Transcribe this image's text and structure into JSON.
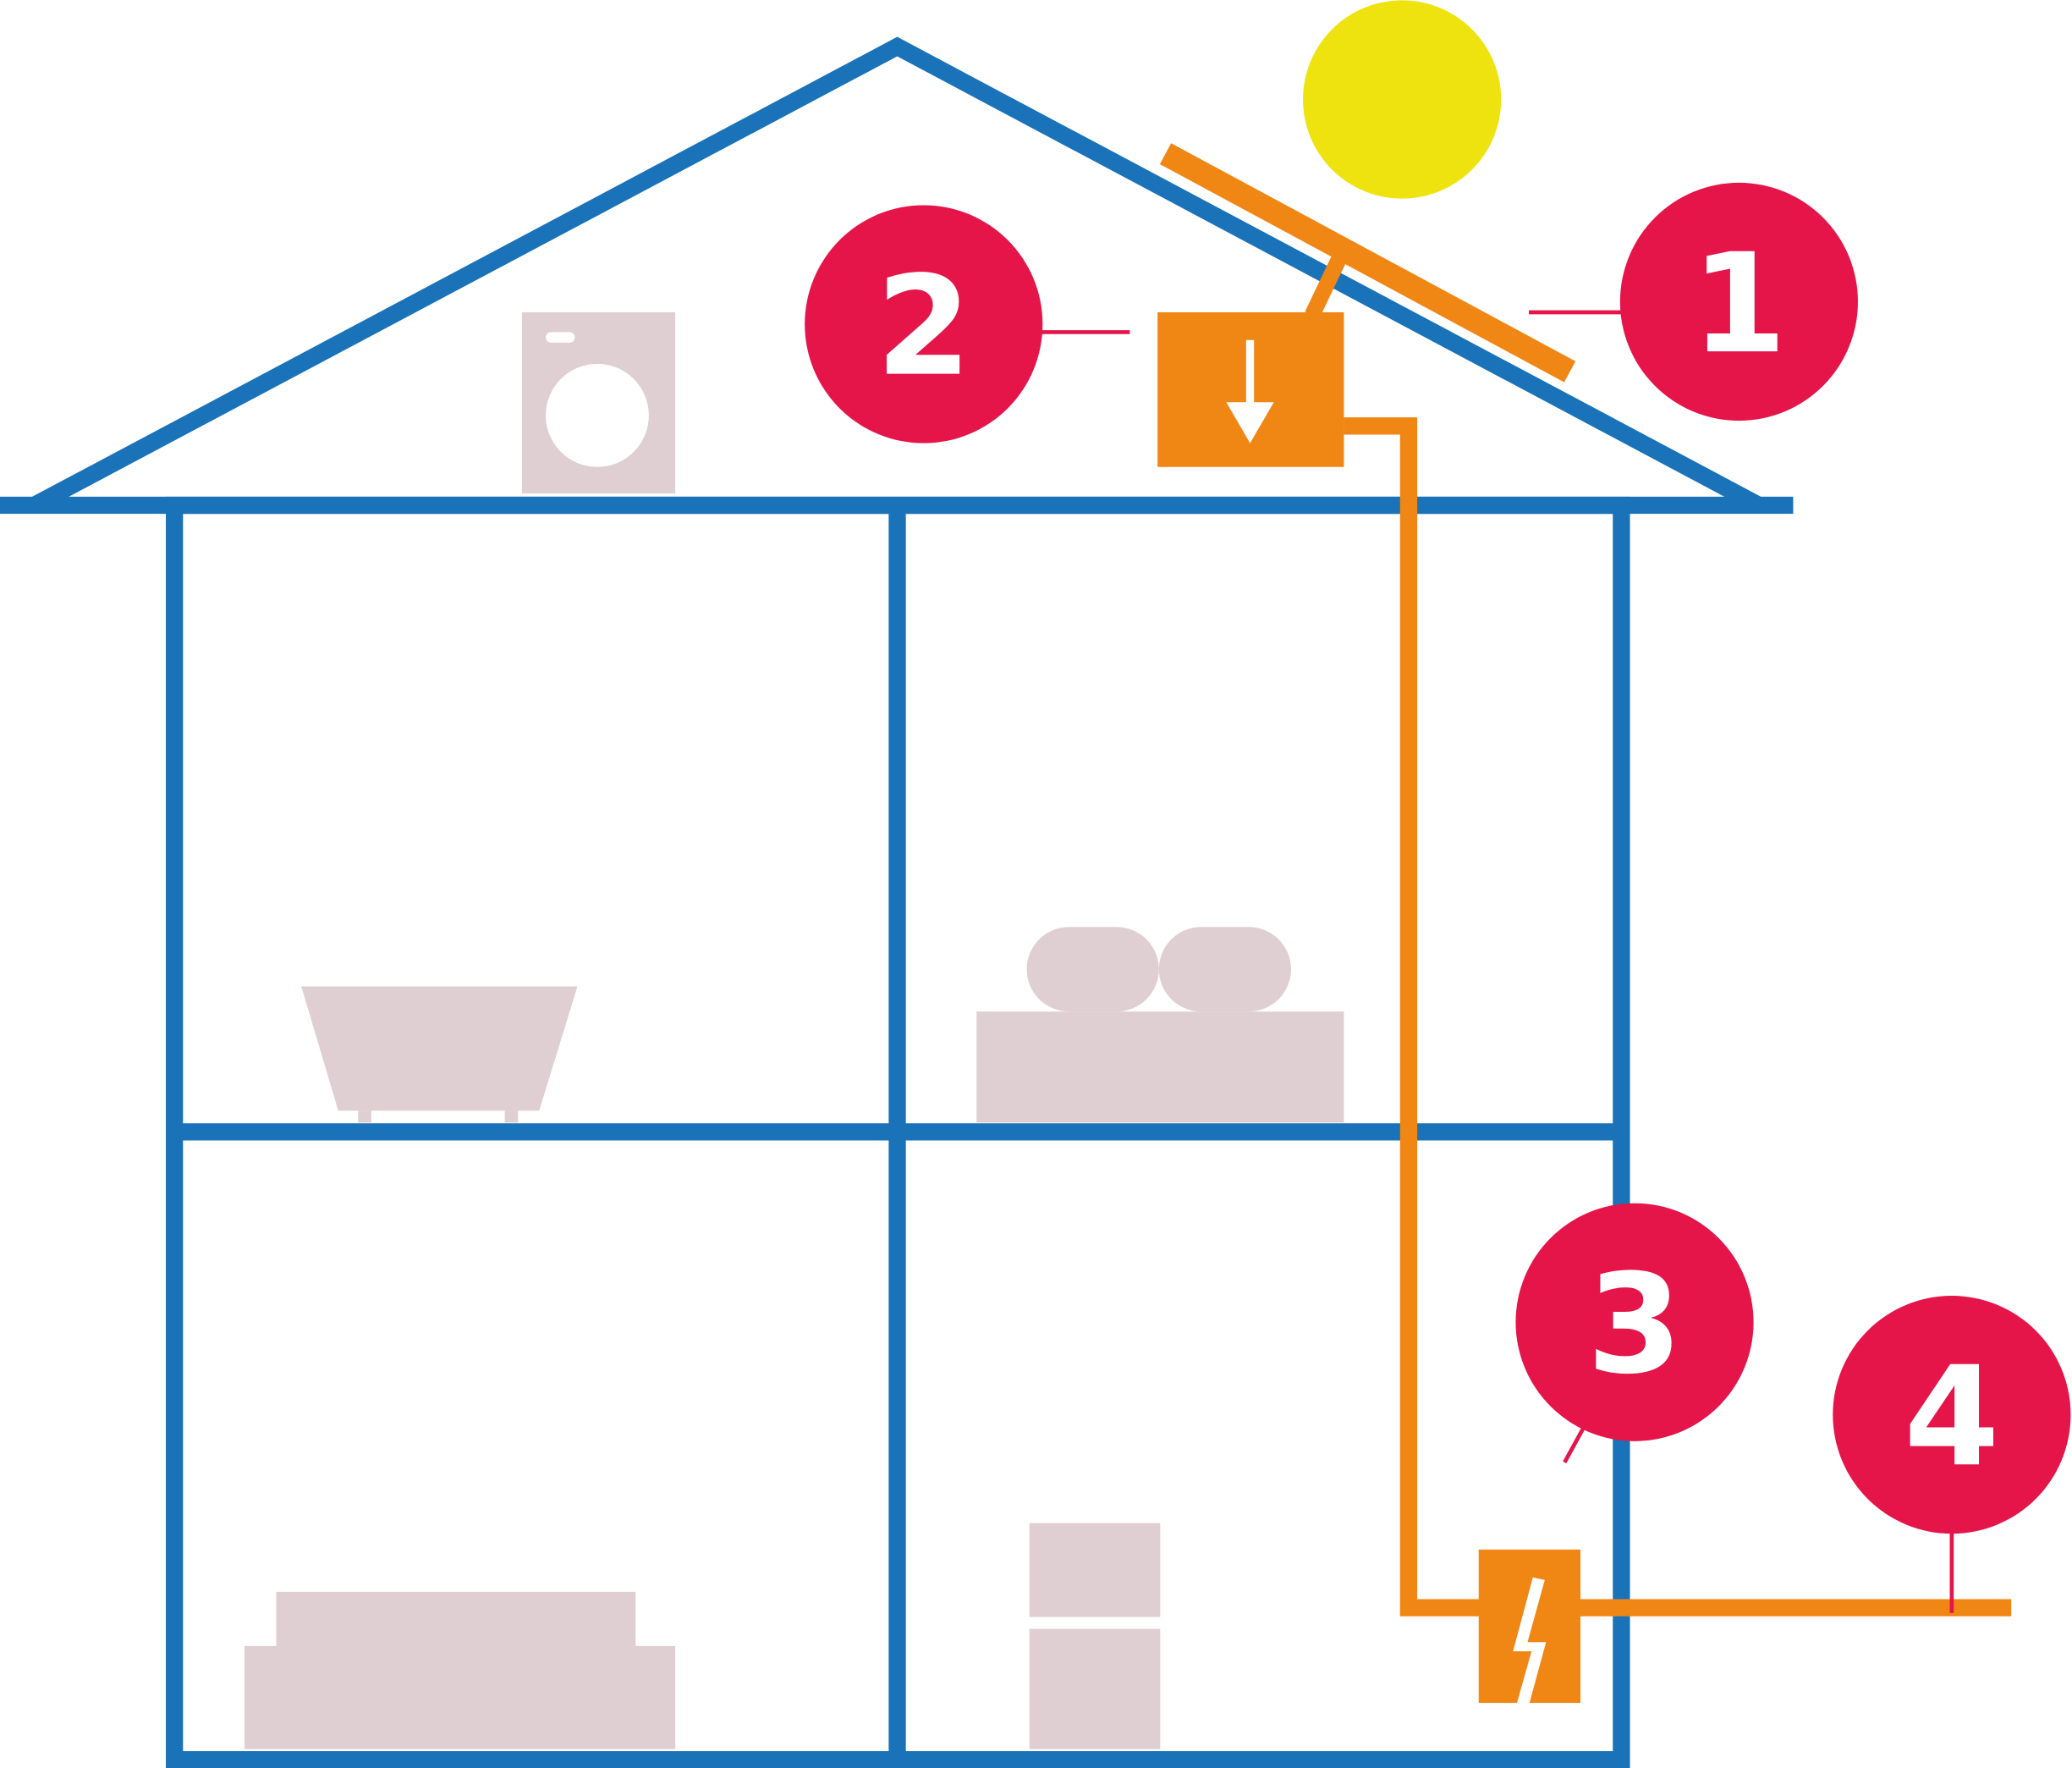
{
  "colors": {
    "structure": "#1a72b8",
    "energy": "#f08613",
    "sun": "#eee30f",
    "badge": "#e5154a",
    "furniture": "#dfcfd2"
  },
  "badges": [
    {
      "label": "1",
      "icon": "solar-panel-callout"
    },
    {
      "label": "2",
      "icon": "inverter-callout"
    },
    {
      "label": "3",
      "icon": "meter-callout"
    },
    {
      "label": "4",
      "icon": "grid-callout"
    }
  ]
}
